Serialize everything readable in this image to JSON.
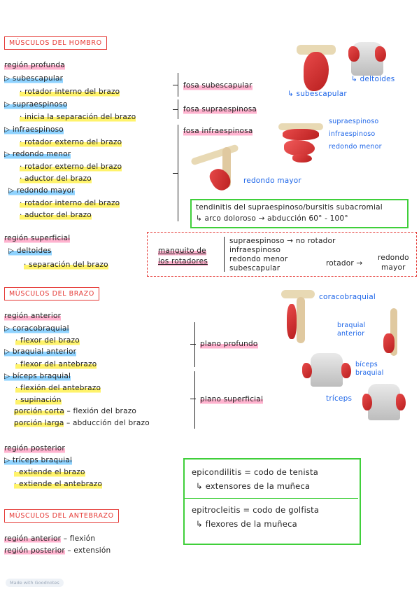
{
  "shoulder": {
    "title": "MÚSCULOS DEL HOMBRO",
    "deep_region": "región profunda",
    "deep": [
      {
        "name": "▷ subescapular",
        "notes": [
          "· rotador interno del brazo"
        ]
      },
      {
        "name": "▷ supraespinoso",
        "notes": [
          "· inicia la separación del brazo"
        ]
      },
      {
        "name": "▷ infraespinoso",
        "notes": [
          "· rotador externo del brazo"
        ]
      },
      {
        "name": "▷ redondo menor",
        "notes": [
          "· rotador externo del brazo",
          "· aductor del brazo"
        ]
      },
      {
        "name": "▷ redondo mayor",
        "notes": [
          "· rotador interno del brazo",
          "· aductor del brazo"
        ]
      }
    ],
    "fossae": [
      "fosa subescapular",
      "fosa supraespinosa",
      "fosa infraespinosa"
    ],
    "superficial_region": "región superficial",
    "superficial": {
      "name": "▷ deltoides",
      "note": "· separación del brazo"
    },
    "image_labels": {
      "deltoides": "↳ deltoides",
      "subescapular": "↳ subescapular",
      "supraespinoso": "supraespinoso",
      "infraespinoso": "infraespinoso",
      "redondo_menor": "redondo menor",
      "redondo_mayor": "redondo mayor"
    },
    "clinical_line1": "tendinitis del supraespinoso/bursitis subacromial",
    "clinical_line2": "↳ arco doloroso → abducción 60° - 100°",
    "cuff_label_1": "manguito de",
    "cuff_label_2": "los rotadores",
    "cuff_items": [
      "supraespinoso → no rotador",
      "infraespinoso",
      "redondo menor",
      "subescapular"
    ],
    "cuff_rotator": "rotador →",
    "cuff_result_1": "redondo",
    "cuff_result_2": "mayor"
  },
  "arm": {
    "title": "MÚSCULOS DEL BRAZO",
    "anterior_region": "región anterior",
    "anterior": [
      {
        "name": "▷ coracobraquial",
        "notes": [
          "· flexor del brazo"
        ]
      },
      {
        "name": "▷ braquial anterior",
        "notes": [
          "· flexor del antebrazo"
        ]
      },
      {
        "name": "▷ bíceps braquial",
        "notes": [
          "· flexión del antebrazo",
          "· supinación"
        ]
      }
    ],
    "short_head": "porción corta",
    "short_head_rest": " – flexión del brazo",
    "long_head": "porción larga",
    "long_head_rest": " – abducción del brazo",
    "plane_deep": "plano profundo",
    "plane_superficial": "plano superficial",
    "image_labels": {
      "coracobraquial": "coracobraquial",
      "braquial_1": "braquial",
      "braquial_2": "anterior",
      "biceps_1": "bíceps",
      "biceps_2": "braquial",
      "triceps": "tríceps"
    },
    "posterior_region": "región posterior",
    "posterior": {
      "name": "▷ tríceps braquial",
      "notes": [
        "· extiende el brazo",
        "· extiende el antebrazo"
      ]
    },
    "clinical": {
      "line1": "epicondilitis = codo de tenista",
      "line2": "↳ extensores de la muñeca",
      "line3": "epitrocleitis = codo de golfista",
      "line4": "↳ flexores de la muñeca"
    }
  },
  "forearm": {
    "title": "MÚSCULOS DEL ANTEBRAZO",
    "anterior_label": "región anterior",
    "anterior_rest": " – flexión",
    "posterior_label": "región posterior",
    "posterior_rest": " – extensión"
  },
  "footer": {
    "badge": "Made with Goodnotes"
  },
  "colors": {
    "red": "#e53935",
    "blue": "#1e66e8",
    "green": "#3fcf3a",
    "highlight_blue": "#8fd3ff",
    "highlight_yellow": "#fff36b",
    "highlight_pink": "#ffb3cf"
  }
}
